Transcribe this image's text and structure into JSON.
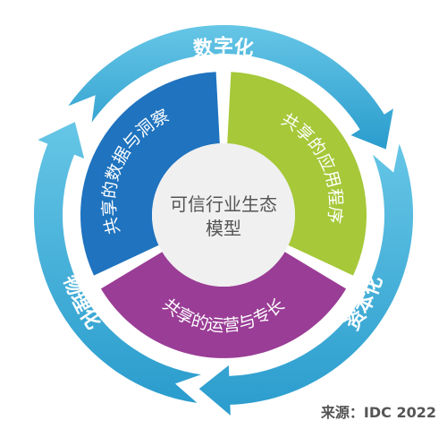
{
  "diagram": {
    "ring_labels": {
      "top": "数字化",
      "left": "物理化",
      "right": "资本化"
    },
    "segments": {
      "data_insight": "共享的数据与洞察",
      "applications": "共享的应用程序",
      "operations": "共享的运营与专长"
    },
    "center": {
      "line1": "可信行业生态",
      "line2": "模型"
    },
    "source": "来源：IDC 2022",
    "colors": {
      "ring": "#3fb0d8",
      "blue_segment": "#1f73bf",
      "green_segment": "#a6c839",
      "purple_segment": "#9a3d96",
      "center": "#f0f0f0"
    }
  }
}
